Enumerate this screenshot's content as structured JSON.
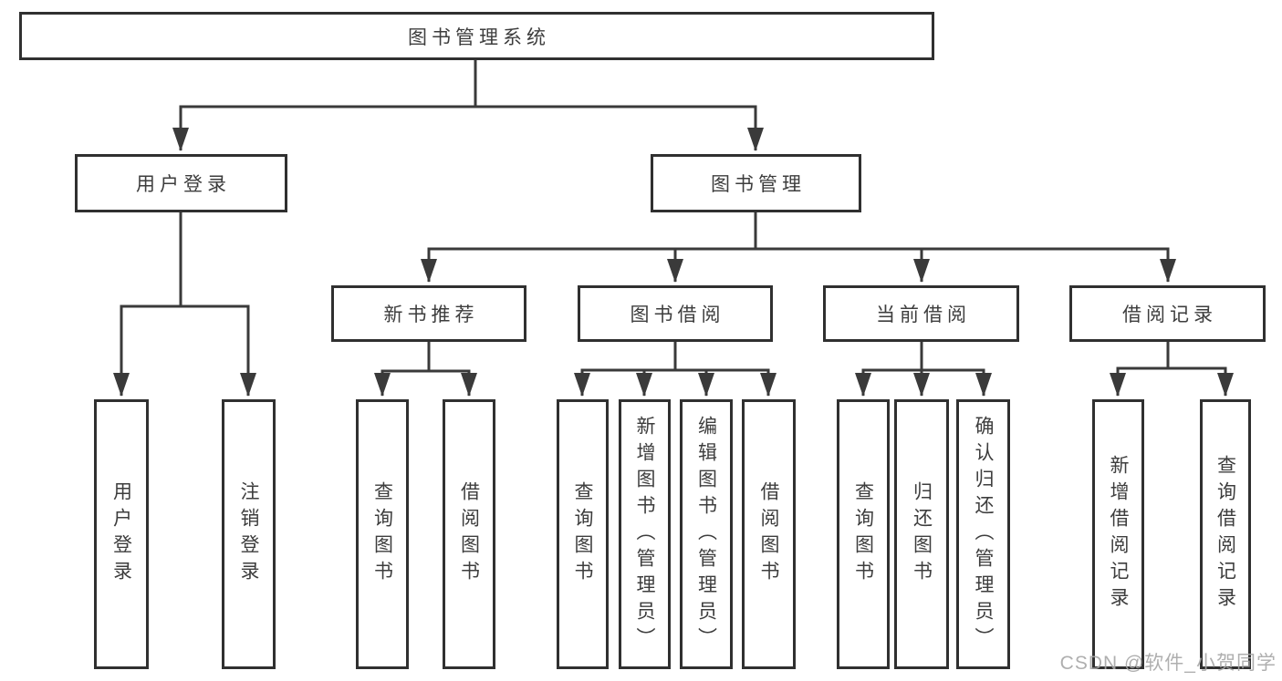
{
  "tree": {
    "root": {
      "label": "图书管理系统",
      "children": [
        {
          "label": "用户登录",
          "children": [
            {
              "label": "用户登录"
            },
            {
              "label": "注销登录"
            }
          ]
        },
        {
          "label": "图书管理",
          "children": [
            {
              "label": "新书推荐",
              "children": [
                {
                  "label": "查询图书"
                },
                {
                  "label": "借阅图书"
                }
              ]
            },
            {
              "label": "图书借阅",
              "children": [
                {
                  "label": "查询图书"
                },
                {
                  "label": "新增图书（管理员）"
                },
                {
                  "label": "编辑图书（管理员）"
                },
                {
                  "label": "借阅图书"
                }
              ]
            },
            {
              "label": "当前借阅",
              "children": [
                {
                  "label": "查询图书"
                },
                {
                  "label": "归还图书"
                },
                {
                  "label": "确认归还（管理员）"
                }
              ]
            },
            {
              "label": "借阅记录",
              "children": [
                {
                  "label": "新增借阅记录"
                },
                {
                  "label": "查询借阅记录"
                }
              ]
            }
          ]
        }
      ]
    }
  },
  "watermark": {
    "text": "CSDN @软件_小贺同学"
  },
  "colors": {
    "line": "#3a3a3a",
    "box_border": "#303030",
    "text": "#3d3d3d",
    "watermark": "#a6a6a6",
    "background": "#ffffff"
  }
}
